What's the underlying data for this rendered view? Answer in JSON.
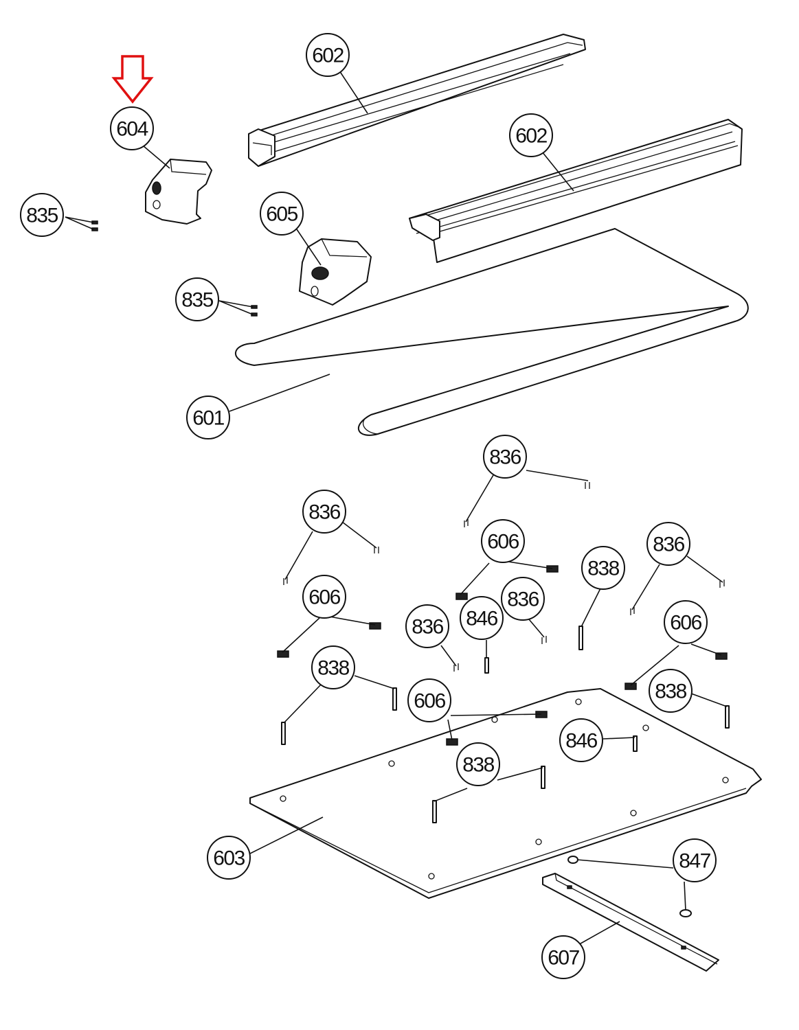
{
  "diagram": {
    "type": "exploded-parts-diagram",
    "highlight_arrow": {
      "target_part": "604",
      "color": "#e01010"
    },
    "parts": [
      {
        "id": "part-602-rail-top",
        "label": "602"
      },
      {
        "id": "part-602-rail-right",
        "label": "602"
      },
      {
        "id": "part-604-end-cap-left",
        "label": "604"
      },
      {
        "id": "part-605-end-cap-right",
        "label": "605"
      },
      {
        "id": "part-835-screws-a",
        "label": "835"
      },
      {
        "id": "part-835-screws-b",
        "label": "835"
      },
      {
        "id": "part-601-belt",
        "label": "601"
      },
      {
        "id": "part-836-a",
        "label": "836"
      },
      {
        "id": "part-836-b",
        "label": "836"
      },
      {
        "id": "part-836-c",
        "label": "836"
      },
      {
        "id": "part-836-d",
        "label": "836"
      },
      {
        "id": "part-836-e",
        "label": "836"
      },
      {
        "id": "part-606-a",
        "label": "606"
      },
      {
        "id": "part-606-b",
        "label": "606"
      },
      {
        "id": "part-606-c",
        "label": "606"
      },
      {
        "id": "part-606-d",
        "label": "606"
      },
      {
        "id": "part-838-a",
        "label": "838"
      },
      {
        "id": "part-838-b",
        "label": "838"
      },
      {
        "id": "part-838-c",
        "label": "838"
      },
      {
        "id": "part-838-d",
        "label": "838"
      },
      {
        "id": "part-846-a",
        "label": "846"
      },
      {
        "id": "part-846-b",
        "label": "846"
      },
      {
        "id": "part-603-deck",
        "label": "603"
      },
      {
        "id": "part-847-washers",
        "label": "847"
      },
      {
        "id": "part-607-bar",
        "label": "607"
      }
    ]
  }
}
